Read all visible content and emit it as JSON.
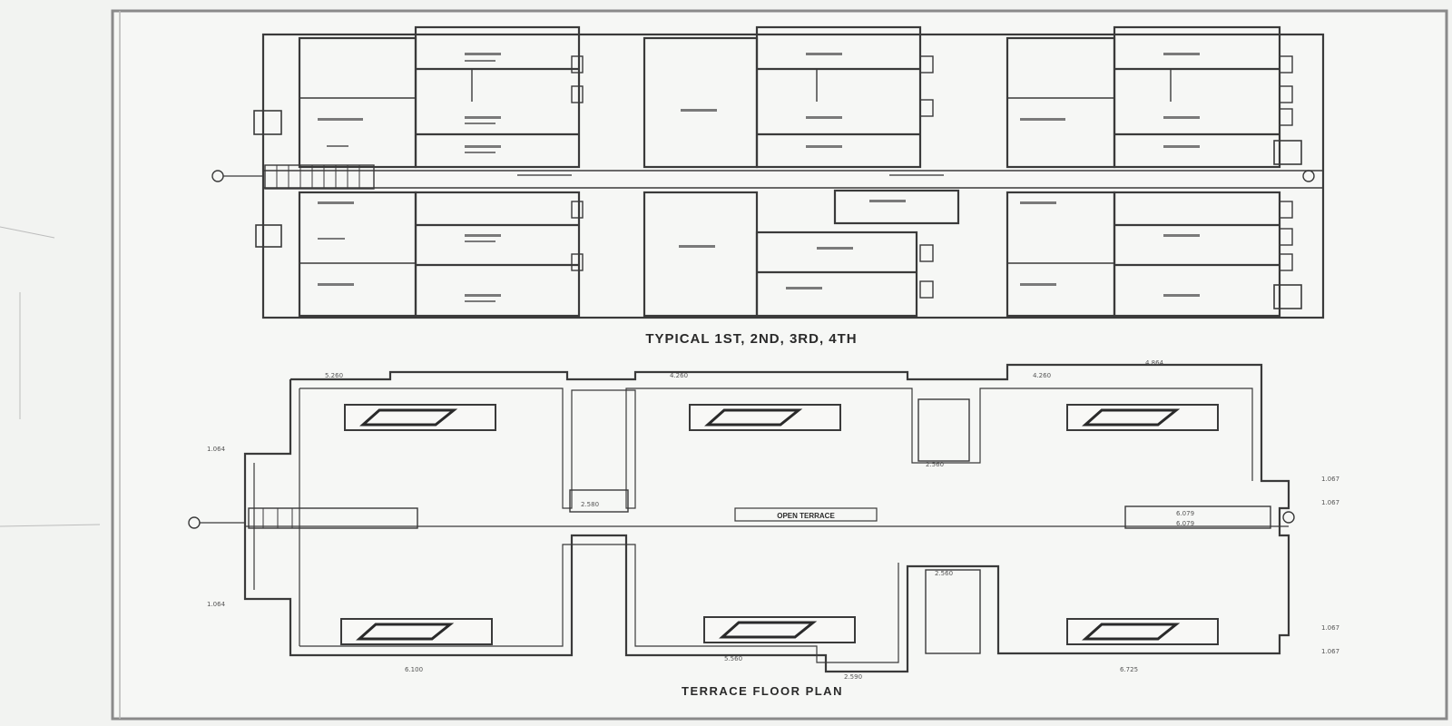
{
  "titles": {
    "typical_floor": "TYPICAL 1ST, 2ND, 3RD, 4TH",
    "terrace_floor": "TERRACE FLOOR PLAN"
  },
  "terrace": {
    "center_label": "OPEN TERRACE",
    "dims": {
      "left_top": "1.064",
      "left_bottom": "1.064",
      "top_a": "5.260",
      "top_b": "4.260",
      "top_c": "4.260",
      "top_d": "4.864",
      "right_a": "1.067",
      "right_b": "1.067",
      "right_c": "1.067",
      "right_d": "1.067",
      "mid_a": "6.079",
      "mid_b": "6.079",
      "bottom_a": "6.100",
      "bottom_b": "5.560",
      "bottom_c": "2.590",
      "bottom_d": "6.725",
      "inner_a": "2.560",
      "inner_b": "2.560",
      "inner_c": "2.580"
    }
  },
  "colors": {
    "paper": "#f2f3f1",
    "line": "#3a3a3a",
    "frame": "#8a8a8a"
  }
}
